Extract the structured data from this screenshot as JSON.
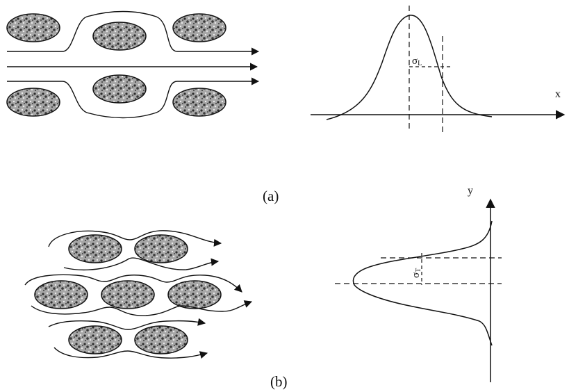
{
  "panels": {
    "a": {
      "caption": "(a)",
      "axis_label": "x",
      "sigma_label": "σL",
      "sigma_main": "σ",
      "sigma_sub": "L"
    },
    "b": {
      "caption": "(b)",
      "axis_label": "y",
      "sigma_label": "σT",
      "sigma_main": "σ",
      "sigma_sub": "T"
    }
  },
  "colors": {
    "ink": "#111111",
    "grain_fill": "#9a9a9a",
    "grain_dark": "#3a3a3a"
  }
}
